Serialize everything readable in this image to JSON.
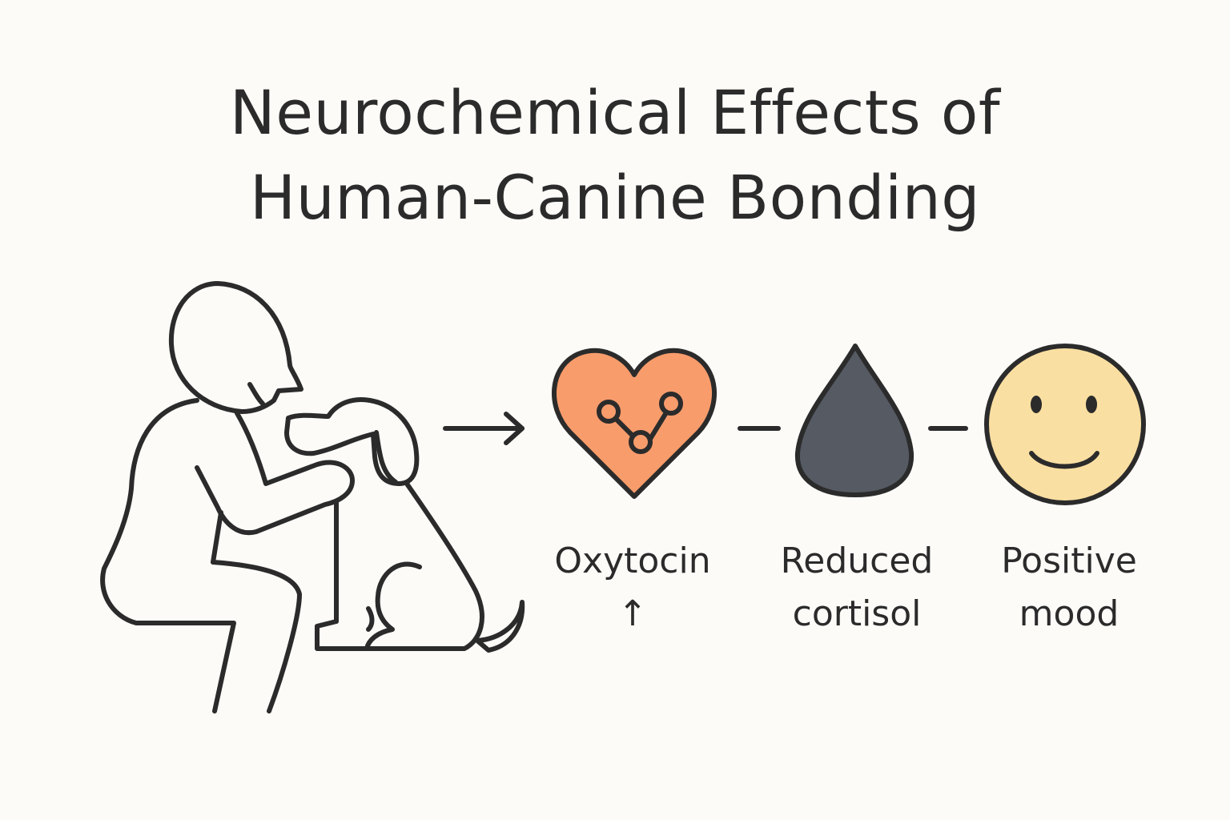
{
  "title": {
    "line1": "Neurochemical Effects of",
    "line2": "Human-Canine Bonding"
  },
  "icons": {
    "bond": "person-hugging-dog-icon",
    "arrow": "right-arrow-icon",
    "oxytocin": "heart-molecule-icon",
    "cortisol": "drop-icon",
    "mood": "smiley-face-icon"
  },
  "labels": {
    "oxytocin": {
      "line1": "Oxytocin",
      "line2": "↑"
    },
    "cortisol": {
      "line1": "Reduced",
      "line2": "cortisol"
    },
    "mood": {
      "line1": "Positive",
      "line2": "mood"
    }
  },
  "colors": {
    "stroke": "#2b2b2b",
    "heart": "#f89c6c",
    "drop": "#555a63",
    "smiley": "#fadfa2",
    "background": "#fcfbf8"
  }
}
